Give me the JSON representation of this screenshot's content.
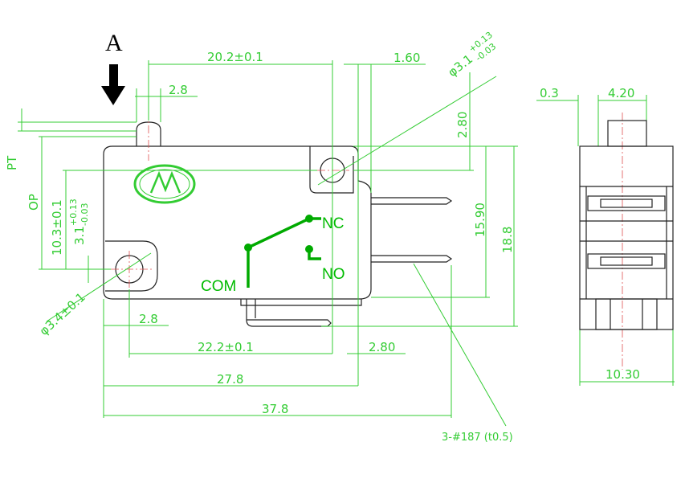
{
  "view_label": "A",
  "terminals": {
    "nc": "NC",
    "no": "NO",
    "com": "COM"
  },
  "dims": {
    "d_20_2": "20.2±0.1",
    "d_1_60": "1.60",
    "d_2_8_top": "2.8",
    "d_hole_top": "φ3.1",
    "d_hole_top_tol_plus": "+0.13",
    "d_hole_top_tol_minus": "-0.03",
    "d_2_80_v": "2.80",
    "d_15_90": "15.90",
    "d_18_8": "18.8",
    "pt": "PT",
    "op": "OP",
    "d_10_3": "10.3±0.1",
    "d_3_1": "3.1",
    "d_3_1_tol_plus": "+0.13",
    "d_3_1_tol_minus": "-0.03",
    "d_hole_left": "φ3.4±0.1",
    "d_2_8_bottom": "2.8",
    "d_22_2": "22.2±0.1",
    "d_2_80_h": "2.80",
    "d_27_8": "27.8",
    "d_37_8": "37.8",
    "terminal_note": "3-#187 (t0.5)",
    "d_0_3": "0.3",
    "d_4_20": "4.20",
    "d_10_30": "10.30"
  },
  "colors": {
    "dimension": "#33cc33",
    "label": "#00bb00",
    "centerline": "#e05050",
    "outline": "#222222"
  }
}
